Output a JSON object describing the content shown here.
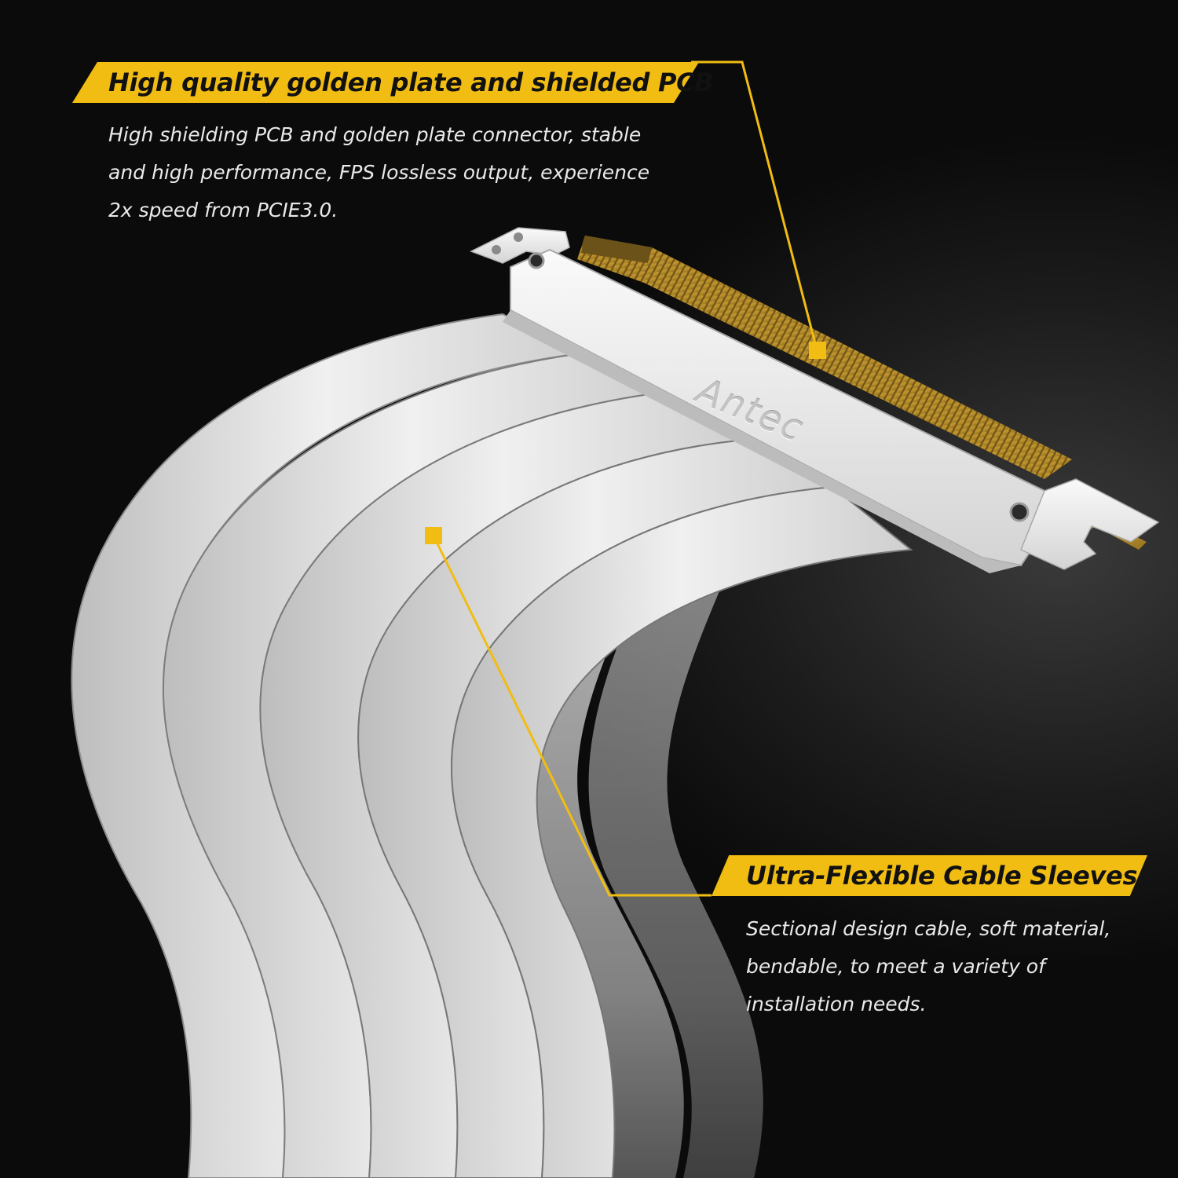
{
  "callouts": [
    {
      "title": "High quality golden plate and shielded PCB",
      "lines": [
        "High shielding PCB and golden plate connector, stable",
        "and high performance, FPS lossless output, experience",
        "2x speed from PCIE3.0."
      ]
    },
    {
      "title": "Ultra-Flexible Cable Sleeves",
      "lines": [
        "Sectional design cable, soft material,",
        "bendable, to meet a variety of",
        "installation needs."
      ]
    }
  ],
  "product": {
    "brand_logo": "Antec"
  },
  "colors": {
    "accent": "#f1bd12",
    "background": "#0b0b0b",
    "cable": "#e6e6e6",
    "gold_contacts": "#b88a2a"
  }
}
